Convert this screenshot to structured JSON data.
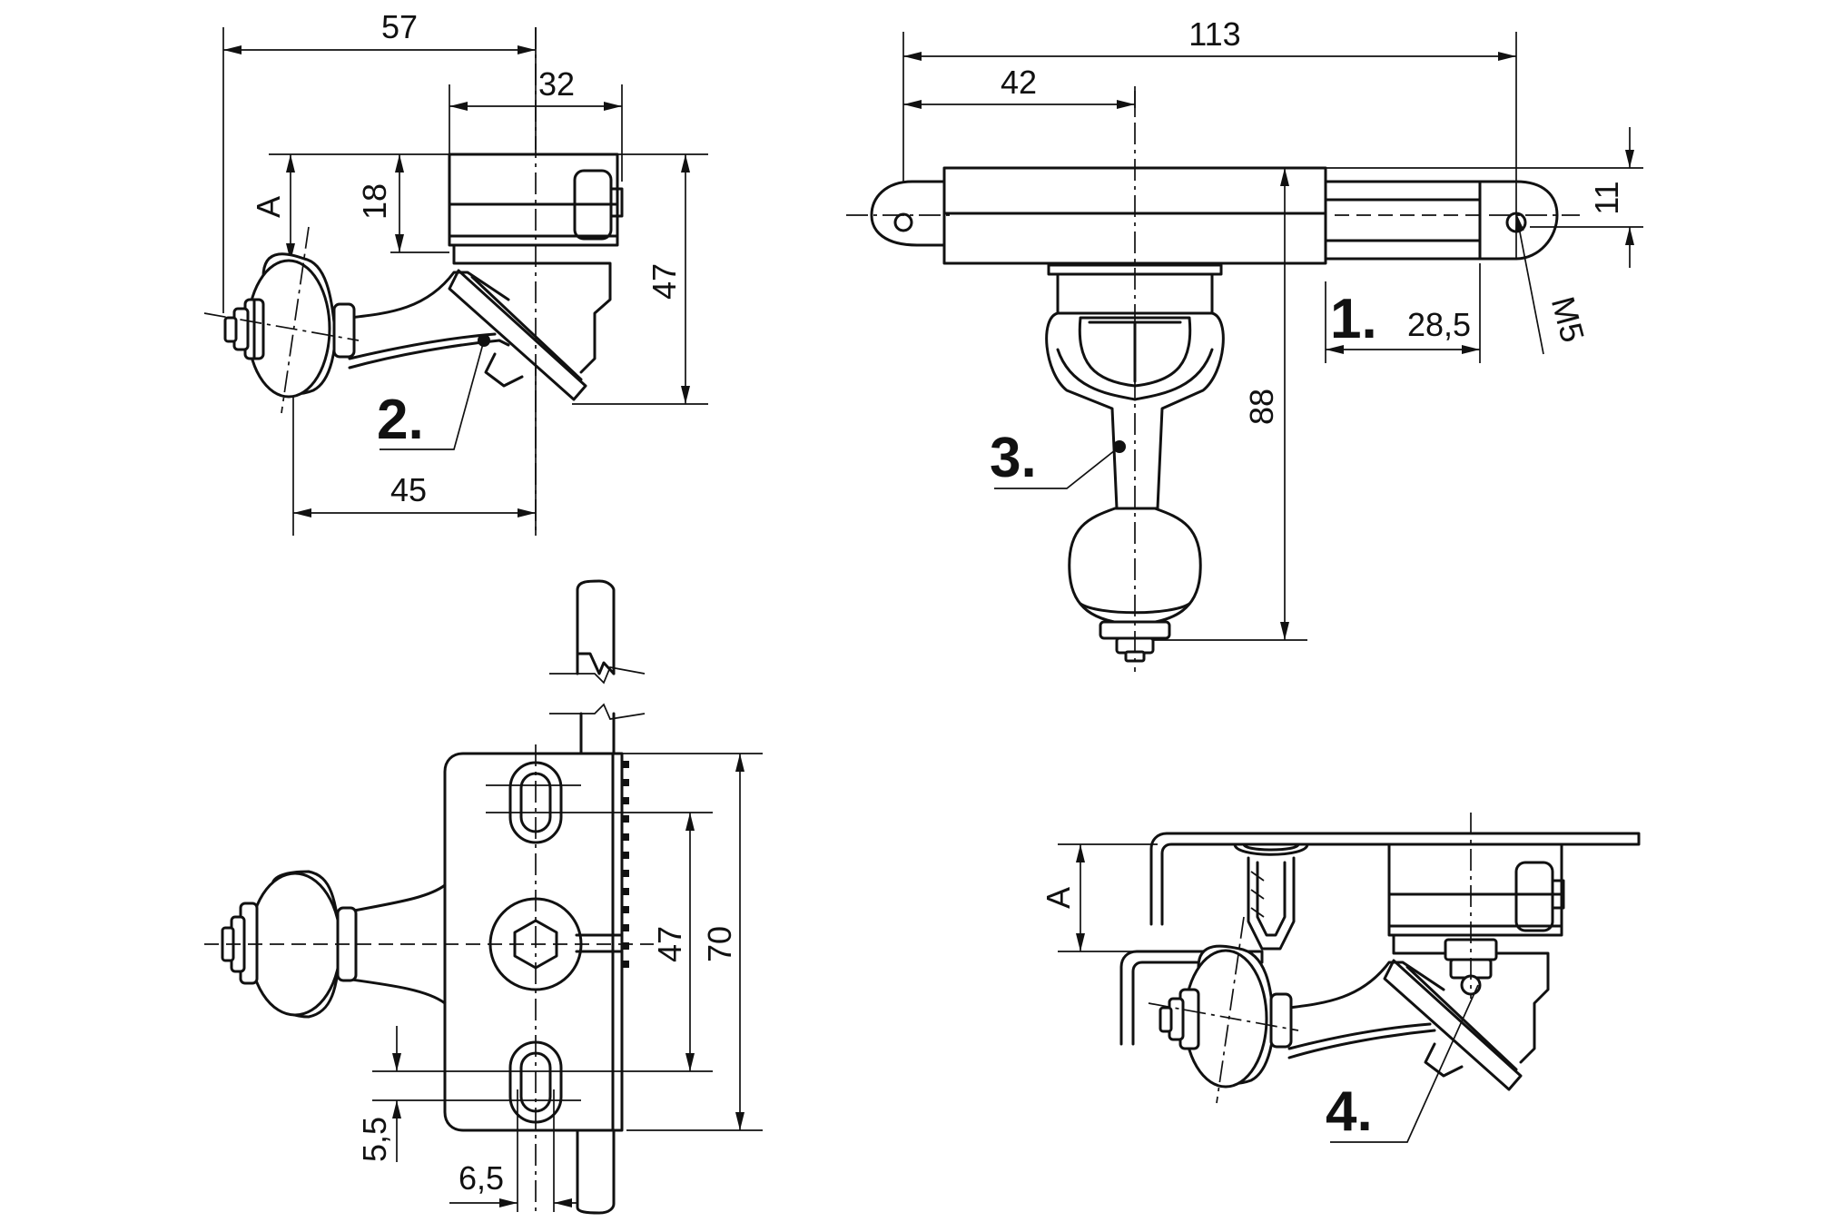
{
  "view1": {
    "dim_57": "57",
    "dim_32": "32",
    "dim_18": "18",
    "dim_A": "A",
    "dim_47": "47",
    "dim_45": "45",
    "callout": "2."
  },
  "view2": {
    "dim_113": "113",
    "dim_42": "42",
    "dim_11": "11",
    "dim_28_5": "28,5",
    "dim_M5": "M5",
    "dim_88": "88",
    "callout_1": "1.",
    "callout_3": "3."
  },
  "view3": {
    "dim_47": "47",
    "dim_70": "70",
    "dim_5_5": "5,5",
    "dim_6_5": "6,5"
  },
  "view4": {
    "dim_A": "A",
    "callout": "4."
  }
}
